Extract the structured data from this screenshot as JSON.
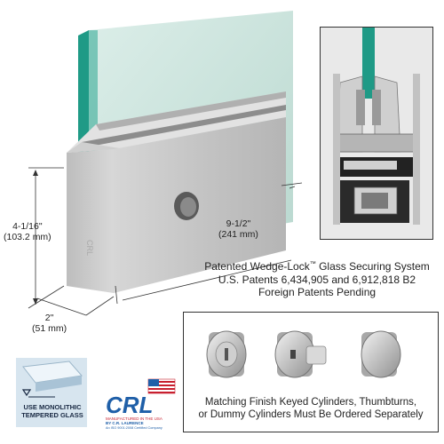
{
  "dimensions": {
    "height": {
      "imperial": "4-1/16\"",
      "metric": "(103.2 mm)"
    },
    "length": {
      "imperial": "9-1/2\"",
      "metric": "(241 mm)"
    },
    "width": {
      "imperial": "2\"",
      "metric": "(51 mm)"
    }
  },
  "patent": {
    "line1_prefix": "Patented Wedge-Lock",
    "line1_tm": "™",
    "line1_suffix": " Glass Securing System",
    "line2": "U.S. Patents 6,434,905 and 6,912,818 B2",
    "line3": "Foreign Patents Pending"
  },
  "cylinders": {
    "caption_line1": "Matching Finish Keyed Cylinders, Thumbturns,",
    "caption_line2": "or Dummy Cylinders Must Be Ordered Separately"
  },
  "glass_logo": {
    "line1": "USE MONOLITHIC",
    "line2": "TEMPERED GLASS"
  },
  "crl_logo": {
    "letters": "CRL",
    "tagline1": "MANUFACTURED IN THE USA",
    "tagline2": "BY C.R. LAURENCE",
    "tagline3": "An ISO 9001:2008 Certified Company"
  },
  "colors": {
    "glass_edge": "#1f9a86",
    "glass_face": "#cfe6df",
    "metal": "#c9c9c9",
    "crl_blue": "#1f5fa8",
    "crl_red": "#c8202f"
  }
}
